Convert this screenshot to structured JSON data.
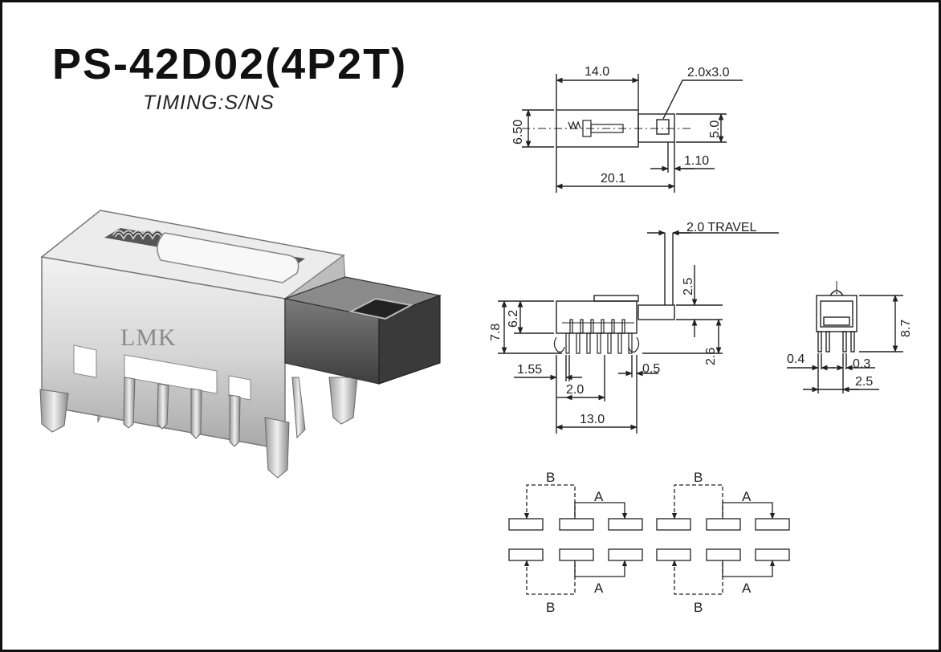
{
  "title": "PS-42D02(4P2T)",
  "subtitle": "TIMING:S/NS",
  "brand_mark": "LMK",
  "dimensions": {
    "top_view": {
      "body_length": "14.0",
      "slot_size": "2.0x3.0",
      "body_height": "6.50",
      "actuator_height": "5.0",
      "actuator_offset": "1.10",
      "overall_length": "20.1"
    },
    "side_view": {
      "travel": "2.0 TRAVEL",
      "actuator_gap": "2.5",
      "overall_height": "7.8",
      "body_height": "6.2",
      "pin_length": "2.6",
      "pin_edge": "1.55",
      "pin_width": "0.5",
      "pin_pitch": "2.0",
      "pin_span": "13.0"
    },
    "end_view": {
      "height": "8.7",
      "pin_thickness": "0.4",
      "pin_width": "0.3",
      "row_pitch": "2.5"
    }
  },
  "schematic": {
    "labels": [
      "B",
      "A",
      "B",
      "A",
      "B",
      "A",
      "B",
      "A"
    ]
  },
  "colors": {
    "line": "#222222",
    "housing_dark": "#555555",
    "metal": "#d8d8d8"
  }
}
